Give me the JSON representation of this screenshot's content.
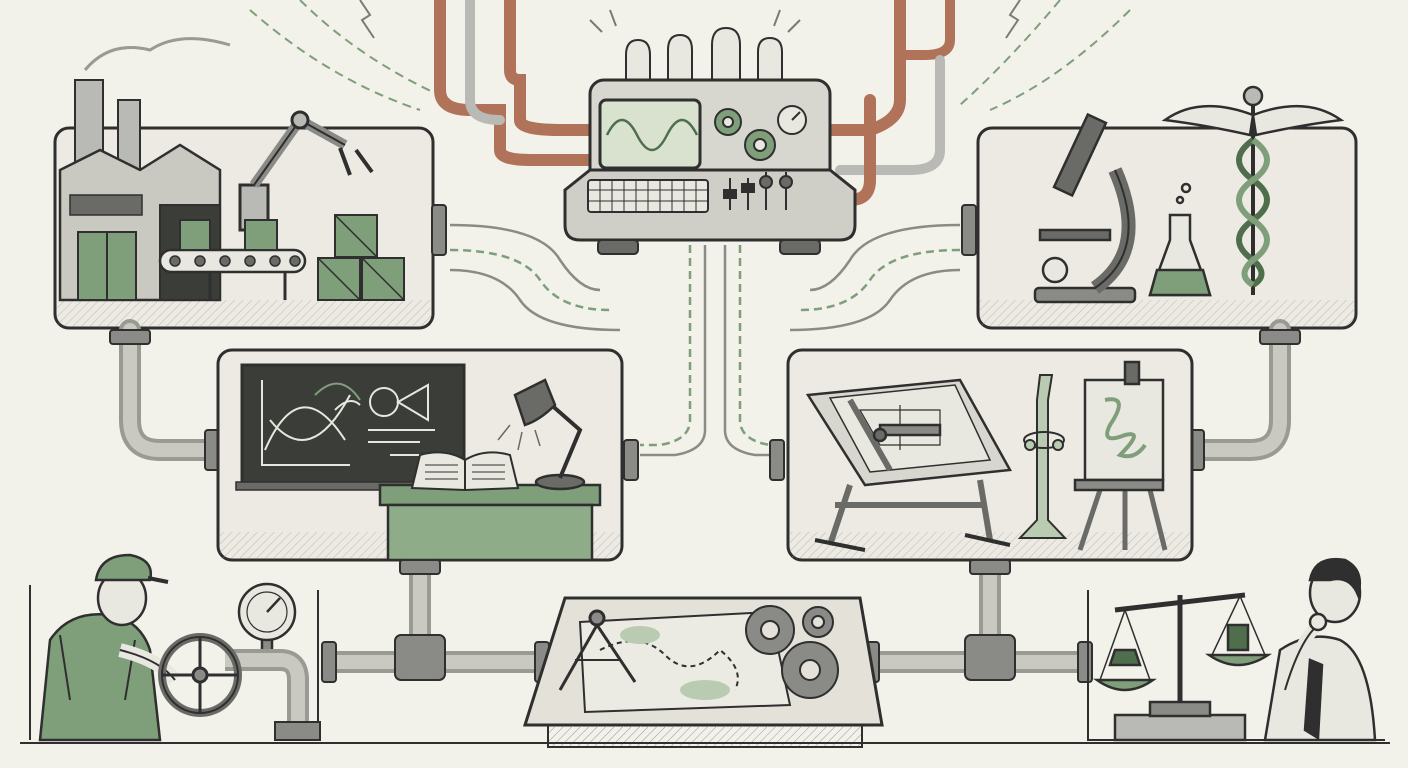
{
  "palette": {
    "paper": "#f2f1ea",
    "ink": "#2f2f2f",
    "ink_soft": "#6a6a66",
    "green": "#7f9e7a",
    "green_light": "#b9ccb2",
    "green_dark": "#4f6e4c",
    "copper": "#b0735a",
    "steel": "#b9b9b5",
    "steel_dark": "#8a8a86",
    "panel": "#eceae2",
    "chalkboard": "#3a3d38",
    "chalk": "#e7e7df",
    "screen": "#d9e2cf"
  },
  "scenes": [
    {
      "id": "central-control-console",
      "icons": [
        "vacuum-tube-icon",
        "oscilloscope-screen-icon",
        "gear-icon",
        "gauge-icon",
        "keyboard-icon",
        "slider-icon"
      ]
    },
    {
      "id": "factory-panel",
      "icons": [
        "factory-icon",
        "smokestack-icon",
        "robotic-arm-icon",
        "conveyor-belt-icon",
        "crate-icon"
      ]
    },
    {
      "id": "science-medicine-panel",
      "icons": [
        "microscope-icon",
        "flask-icon",
        "caduceus-icon"
      ]
    },
    {
      "id": "education-panel",
      "icons": [
        "chalkboard-icon",
        "open-book-icon",
        "desk-lamp-icon",
        "desk-icon"
      ]
    },
    {
      "id": "design-arts-panel",
      "icons": [
        "drafting-table-icon",
        "trumpet-icon",
        "easel-icon"
      ]
    },
    {
      "id": "worker-valve-scene",
      "icons": [
        "worker-icon",
        "valve-wheel-icon",
        "pressure-gauge-icon"
      ]
    },
    {
      "id": "planning-table",
      "icons": [
        "compass-icon",
        "map-icon",
        "gear-icon"
      ]
    },
    {
      "id": "justice-scene",
      "icons": [
        "scales-of-justice-icon",
        "thinking-man-icon"
      ]
    }
  ]
}
